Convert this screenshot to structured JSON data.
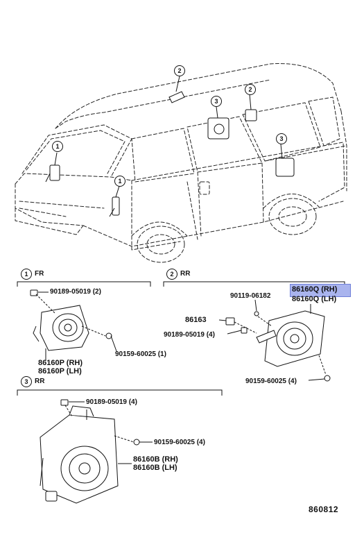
{
  "callouts": {
    "one": "1",
    "two": "2",
    "three": "3"
  },
  "sections": {
    "fr": {
      "num": "1",
      "title": "FR"
    },
    "rr_rear": {
      "num": "2",
      "title": "RR"
    },
    "rr_side": {
      "num": "3",
      "title": "RR"
    }
  },
  "fr_parts": {
    "bolt": "90189-05019 (2)",
    "screw": "90159-60025 (1)",
    "speaker_rh": "86160P (RH)",
    "speaker_lh": "86160P (LH)"
  },
  "rr_parts": {
    "screw_top": "90119-06182",
    "bracket": "86163",
    "bolt": "90189-05019 (4)",
    "screw_bottom": "90159-60025 (4)",
    "speaker_rh": "86160Q (RH)",
    "speaker_lh": "86160Q (LH)"
  },
  "rr3_parts": {
    "bolt": "90189-05019 (4)",
    "screw": "90159-60025 (4)",
    "speaker_rh": "86160B (RH)",
    "speaker_lh": "86160B (LH)"
  },
  "highlight_color": "#a9b4ee",
  "doc_number": "860812"
}
